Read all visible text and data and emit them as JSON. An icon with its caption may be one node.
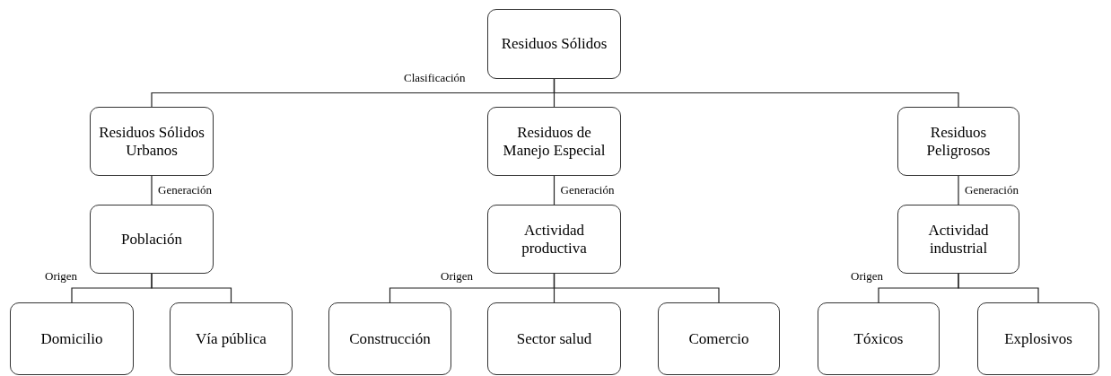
{
  "diagram": {
    "nodes": [
      {
        "text": [
          "Residuos Sólidos"
        ]
      },
      {
        "text": [
          "Residuos Sólidos Urbanos"
        ]
      },
      {
        "text": [
          "Residuos de Manejo Especial"
        ]
      },
      {
        "text": [
          "Residuos Peligrosos"
        ]
      },
      {
        "text": [
          "Población"
        ]
      },
      {
        "text": [
          "Actividad productiva"
        ]
      },
      {
        "text": [
          "Actividad industrial"
        ]
      },
      {
        "text": [
          "Domicilio"
        ]
      },
      {
        "text": [
          "Vía pública"
        ]
      },
      {
        "text": [
          "Construcción"
        ]
      },
      {
        "text": [
          "Sector salud"
        ]
      },
      {
        "text": [
          "Comercio"
        ]
      },
      {
        "text": [
          "Tóxicos"
        ]
      },
      {
        "text": [
          "Explosivos"
        ]
      }
    ],
    "edges": [
      {
        "from": 0,
        "to": 1,
        "arrow": "none"
      },
      {
        "from": 0,
        "to": 2,
        "arrow": "none"
      },
      {
        "from": 0,
        "to": 3,
        "arrow": "none"
      },
      {
        "from": 1,
        "to": 4,
        "arrow": "none",
        "label": "Generación"
      },
      {
        "from": 2,
        "to": 5,
        "arrow": "none",
        "label": "Generación"
      },
      {
        "from": 3,
        "to": 6,
        "arrow": "none",
        "label": "Generación"
      },
      {
        "from": 4,
        "to": 7,
        "arrow": "none"
      },
      {
        "from": 4,
        "to": 8,
        "arrow": "none"
      },
      {
        "from": 5,
        "to": 9,
        "arrow": "none"
      },
      {
        "from": 5,
        "to": 10,
        "arrow": "none"
      },
      {
        "from": 5,
        "to": 11,
        "arrow": "none"
      },
      {
        "from": 6,
        "to": 12,
        "arrow": "none"
      },
      {
        "from": 6,
        "to": 13,
        "arrow": "none"
      }
    ],
    "labels": [
      "Clasificación",
      "Origen",
      "Origen",
      "Origen"
    ]
  }
}
